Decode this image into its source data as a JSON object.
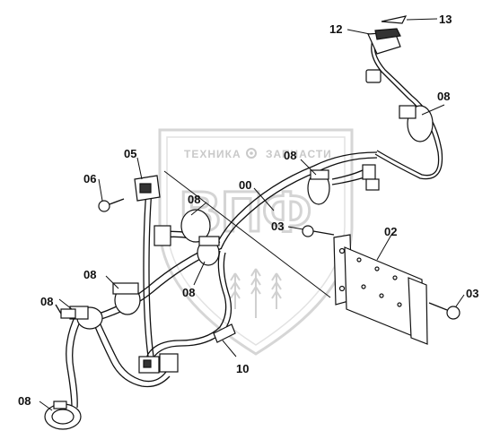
{
  "watermark": {
    "line1_left": "ТЕХНИКА",
    "line1_right": "ЗАПЧАСТИ",
    "monogram": "ВПФ",
    "gear_icon": "gear-icon"
  },
  "callouts": {
    "c00": "00",
    "c02": "02",
    "c03_top": "03",
    "c03_right": "03",
    "c05": "05",
    "c06": "06",
    "c08_top_right": "08",
    "c08_mid_top": "08",
    "c08_left_top": "08",
    "c08_left_mid": "08",
    "c08_center": "08",
    "c08_left_low": "08",
    "c08_bottom": "08",
    "c10": "10",
    "c12": "12",
    "c13": "13"
  }
}
